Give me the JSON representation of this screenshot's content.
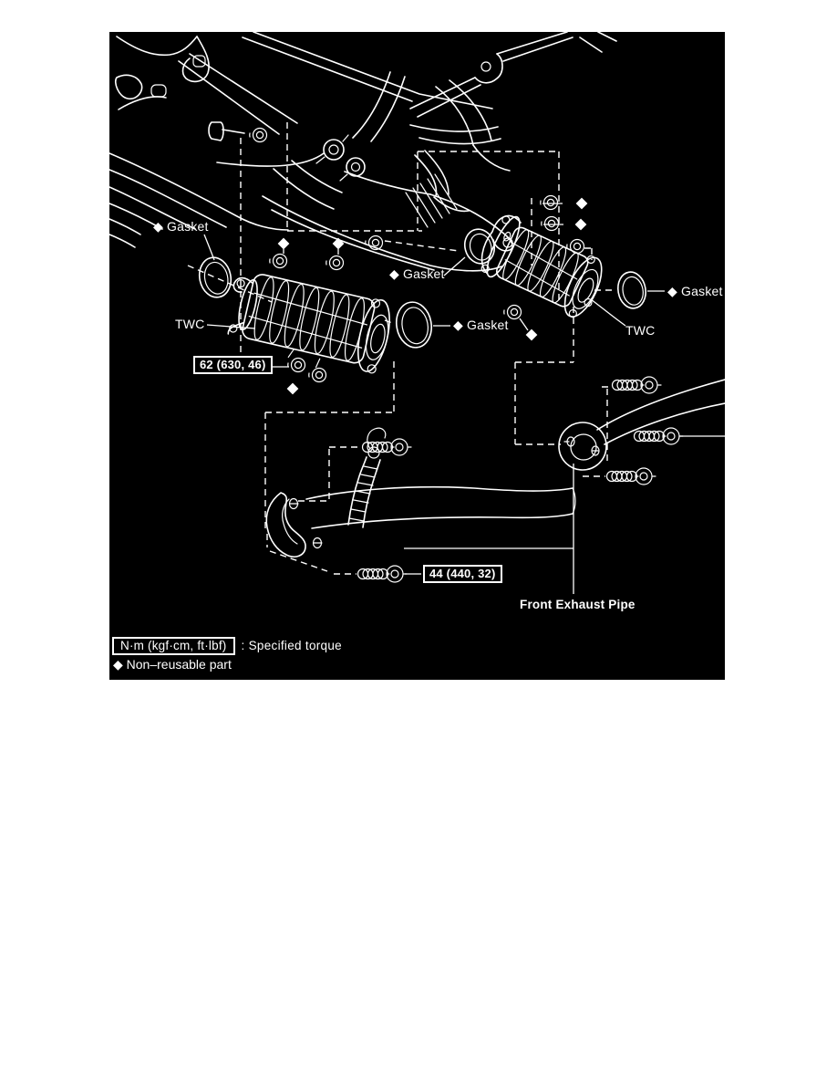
{
  "figure": {
    "colors": {
      "canvas": "#000000",
      "ink": "#ffffff",
      "page": "#ffffff"
    },
    "callouts": {
      "gasket_top_left": "◆ Gasket",
      "gasket_middle": "◆ Gasket",
      "gasket_center": "◆ Gasket",
      "gasket_right": "◆ Gasket",
      "twc_left": "TWC",
      "twc_right": "TWC",
      "front_exhaust_pipe": "Front Exhaust Pipe"
    },
    "torque_specs": {
      "twc_mounting": "62 (630, 46)",
      "front_pipe": "44 (440, 32)"
    },
    "legend": {
      "units_box": "N·m (kgf·cm, ft·lbf)",
      "units_meaning": ": Specified torque",
      "non_reusable": "◆ Non–reusable part"
    },
    "icons": {
      "non_reusable_marker": "◆"
    }
  }
}
